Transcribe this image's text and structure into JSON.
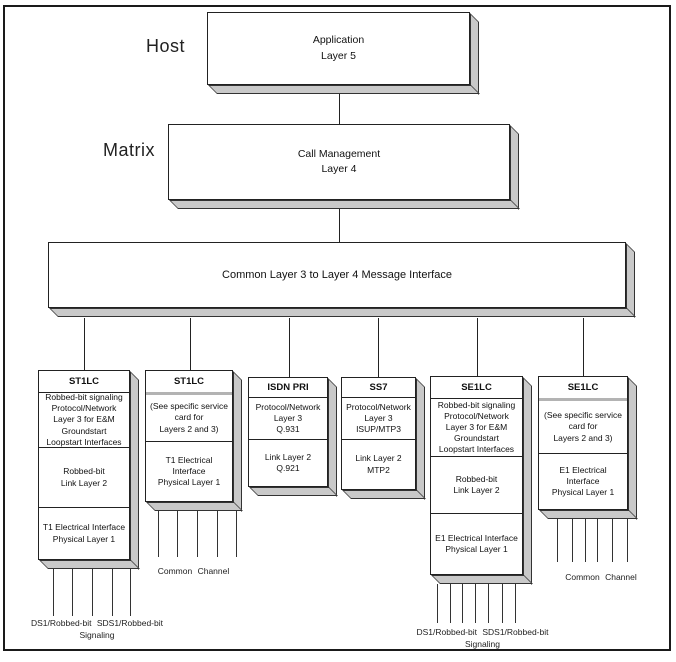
{
  "labels": {
    "host": "Host",
    "matrix": "Matrix"
  },
  "boxes": {
    "application": "Application\nLayer 5",
    "call_management": "Call Management\nLayer 4",
    "common_interface": "Common Layer 3 to Layer 4 Message Interface"
  },
  "cards": [
    {
      "title": "ST1LC",
      "sections": [
        "Robbed-bit signaling\nProtocol/Network\nLayer 3 for E&M\nGroundstart\nLoopstart Interfaces",
        "Robbed-bit\nLink Layer 2",
        "T1 Electrical Interface\nPhysical Layer 1"
      ]
    },
    {
      "title": "ST1LC",
      "sections": [
        "(See specific service\ncard for\nLayers 2 and 3)",
        "T1 Electrical\nInterface\nPhysical Layer 1"
      ]
    },
    {
      "title": "ISDN PRI",
      "sections": [
        "Protocol/Network\nLayer 3\nQ.931",
        "Link Layer 2\nQ.921"
      ]
    },
    {
      "title": "SS7",
      "sections": [
        "Protocol/Network\nLayer 3\nISUP/MTP3",
        "Link Layer 2\nMTP2"
      ]
    },
    {
      "title": "SE1LC",
      "sections": [
        "Robbed-bit signaling\nProtocol/Network\nLayer 3 for E&M\nGroundstart\nLoopstart Interfaces",
        "Robbed-bit\nLink Layer 2",
        "E1 Electrical Interface\nPhysical Layer 1"
      ]
    },
    {
      "title": "SE1LC",
      "sections": [
        "(See specific service\ncard for\nLayers 2 and 3)",
        "E1 Electrical\nInterface\nPhysical Layer 1"
      ]
    }
  ],
  "trunk_labels": {
    "left_ds1": "DS1/Robbed-bit SDS1/Robbed-bit\nSignaling",
    "left_common": "Common Channel",
    "right_ds1": "DS1/Robbed-bit SDS1/Robbed-bit\nSignaling",
    "right_common": "Common Channel"
  },
  "colors": {
    "box_face": "#ffffff",
    "box_border": "#222222",
    "shadow": "#c9c9c9",
    "background": "#ffffff"
  }
}
